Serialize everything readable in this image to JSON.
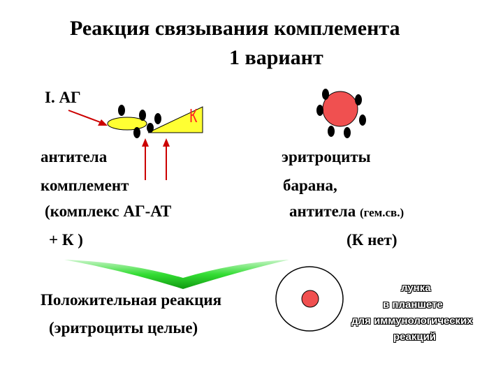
{
  "title": {
    "line1": "Реакция связывания комплемента",
    "line2": "1 вариант"
  },
  "section_label": "I. АГ",
  "k_label": "К",
  "left_text": {
    "line1": "антитела",
    "line2": "комплемент",
    "line3": "(комплекс АГ-АТ",
    "line4": "+ К )"
  },
  "right_text": {
    "line1": "эритроциты",
    "line2": "барана,",
    "line3_main": "антитела ",
    "line3_small": "(гем.св.)",
    "line4": "(К  нет)"
  },
  "result": {
    "line1": "Положительная реакция",
    "line2": "(эритроциты  целые)"
  },
  "well_label": {
    "line1": "лунка",
    "line2": "в планшете",
    "line3": "для иммунологических",
    "line4": "реакций"
  },
  "colors": {
    "antigen_yellow": "#ffff33",
    "erythrocyte_red": "#f05050",
    "arrow_red": "#cc0000",
    "chevron_green": "#33dd33"
  }
}
